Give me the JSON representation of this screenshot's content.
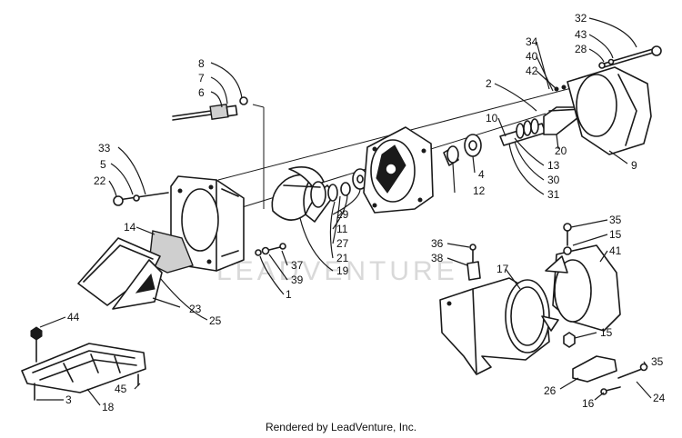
{
  "diagram": {
    "watermark": "LEADVENTURE",
    "footer": "Rendered by LeadVenture, Inc.",
    "callouts": {
      "c8": "8",
      "c7": "7",
      "c6": "6",
      "c33": "33",
      "c5": "5",
      "c22": "22",
      "c14": "14",
      "c23": "23",
      "c25": "25",
      "c44": "44",
      "c3": "3",
      "c18": "18",
      "c45": "45",
      "c37": "37",
      "c39": "39",
      "c1": "1",
      "c19": "19",
      "c21": "21",
      "c27": "27",
      "c11": "11",
      "c29": "29",
      "c12": "12",
      "c4": "4",
      "c2": "2",
      "c10": "10",
      "c13": "13",
      "c30": "30",
      "c31": "31",
      "c20": "20",
      "c9": "9",
      "c34": "34",
      "c40": "40",
      "c42": "42",
      "c32": "32",
      "c43": "43",
      "c28": "28",
      "c36": "36",
      "c38": "38",
      "c17": "17",
      "c35a": "35",
      "c15a": "15",
      "c41": "41",
      "c15b": "15",
      "c35b": "35",
      "c26": "26",
      "c16": "16",
      "c24": "24"
    }
  }
}
